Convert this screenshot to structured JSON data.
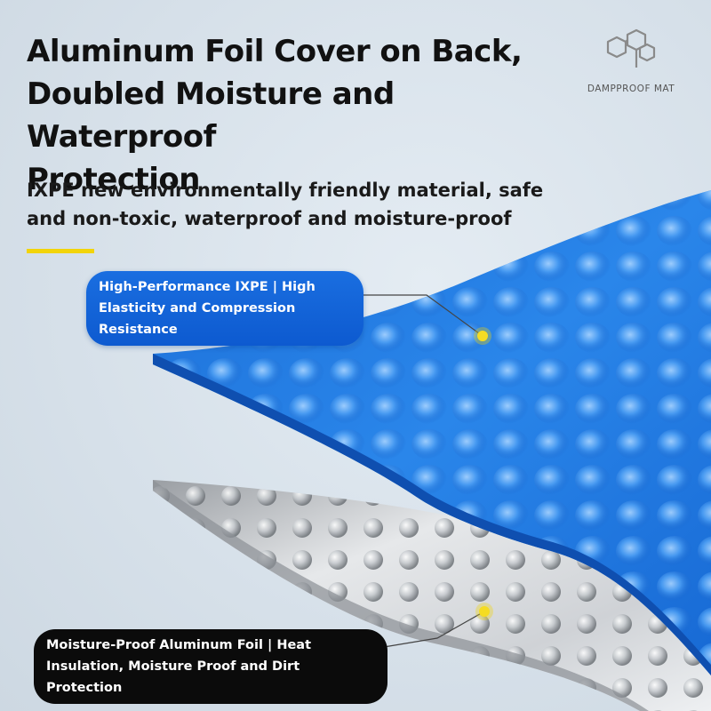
{
  "headline": {
    "line1": "Aluminum Foil Cover on Back,",
    "line2": "Doubled Moisture and Waterproof",
    "line3": "Protection"
  },
  "subhead": {
    "line1": "IXPE new environmentally friendly material, safe",
    "line2": "and non-toxic, waterproof and moisture-proof"
  },
  "brand": {
    "text": "DAMPPROOF MAT"
  },
  "labels": {
    "top": {
      "line1": "High-Performance IXPE | High",
      "line2": "Elasticity and Compression Resistance"
    },
    "bottom": {
      "line1": "Moisture-Proof Aluminum Foil | Heat",
      "line2": "Insulation, Moisture Proof and Dirt Protection"
    }
  },
  "colors": {
    "background": "#dde6ee",
    "accent_yellow": "#f2d40a",
    "foam_blue": "#1a74e0",
    "foil_silver": "#c9ccd0",
    "label_blue": "#0d5ad0",
    "label_black": "#0b0b0b"
  },
  "icons": {
    "logo": "hexagon-molecule-icon",
    "marker": "yellow-dot-icon"
  }
}
